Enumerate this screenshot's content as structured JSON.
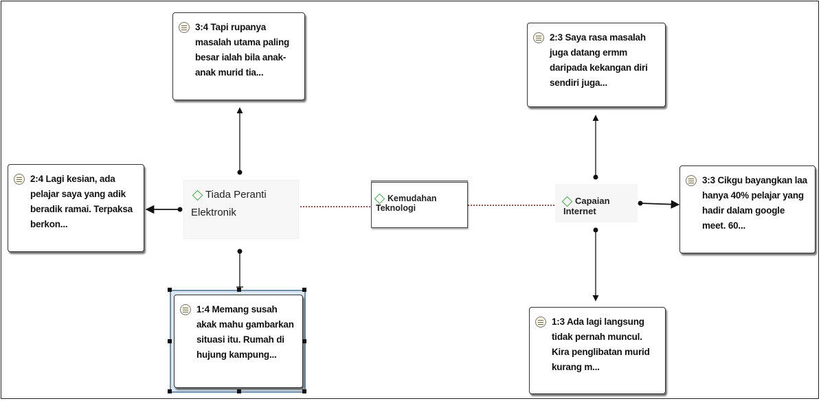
{
  "codes": {
    "tiada": "Tiada Peranti Elektronik",
    "kemudahan": "Kemudahan Teknologi",
    "capaian": "Capaian Internet"
  },
  "quotes": {
    "q34": "3:4 Tapi rupanya masalah utama paling besar ialah bila anak-anak murid tia...",
    "q24": "2:4 Lagi kesian, ada pelajar saya yang adik beradik ramai. Terpaksa berkon...",
    "q14": "1:4 Memang susah akak mahu gambarkan situasi itu. Rumah di hujung kampung...",
    "q23": "2:3 Saya rasa masalah juga datang ermm daripada kekangan diri sendiri juga...",
    "q33": "3:3 Cikgu bayangkan laa hanya 40% pelajar yang hadir dalam google meet. 60...",
    "q13": "1:3 Ada lagi langsung tidak pernah muncul. Kira penglibatan murid kurang m..."
  },
  "icons": {
    "quote": "quotation-icon",
    "code": "code-diamond-icon"
  },
  "colors": {
    "code_diamond": "#3fae3f",
    "link_dotted": "#b8474a",
    "selection": "#6f8fae"
  }
}
